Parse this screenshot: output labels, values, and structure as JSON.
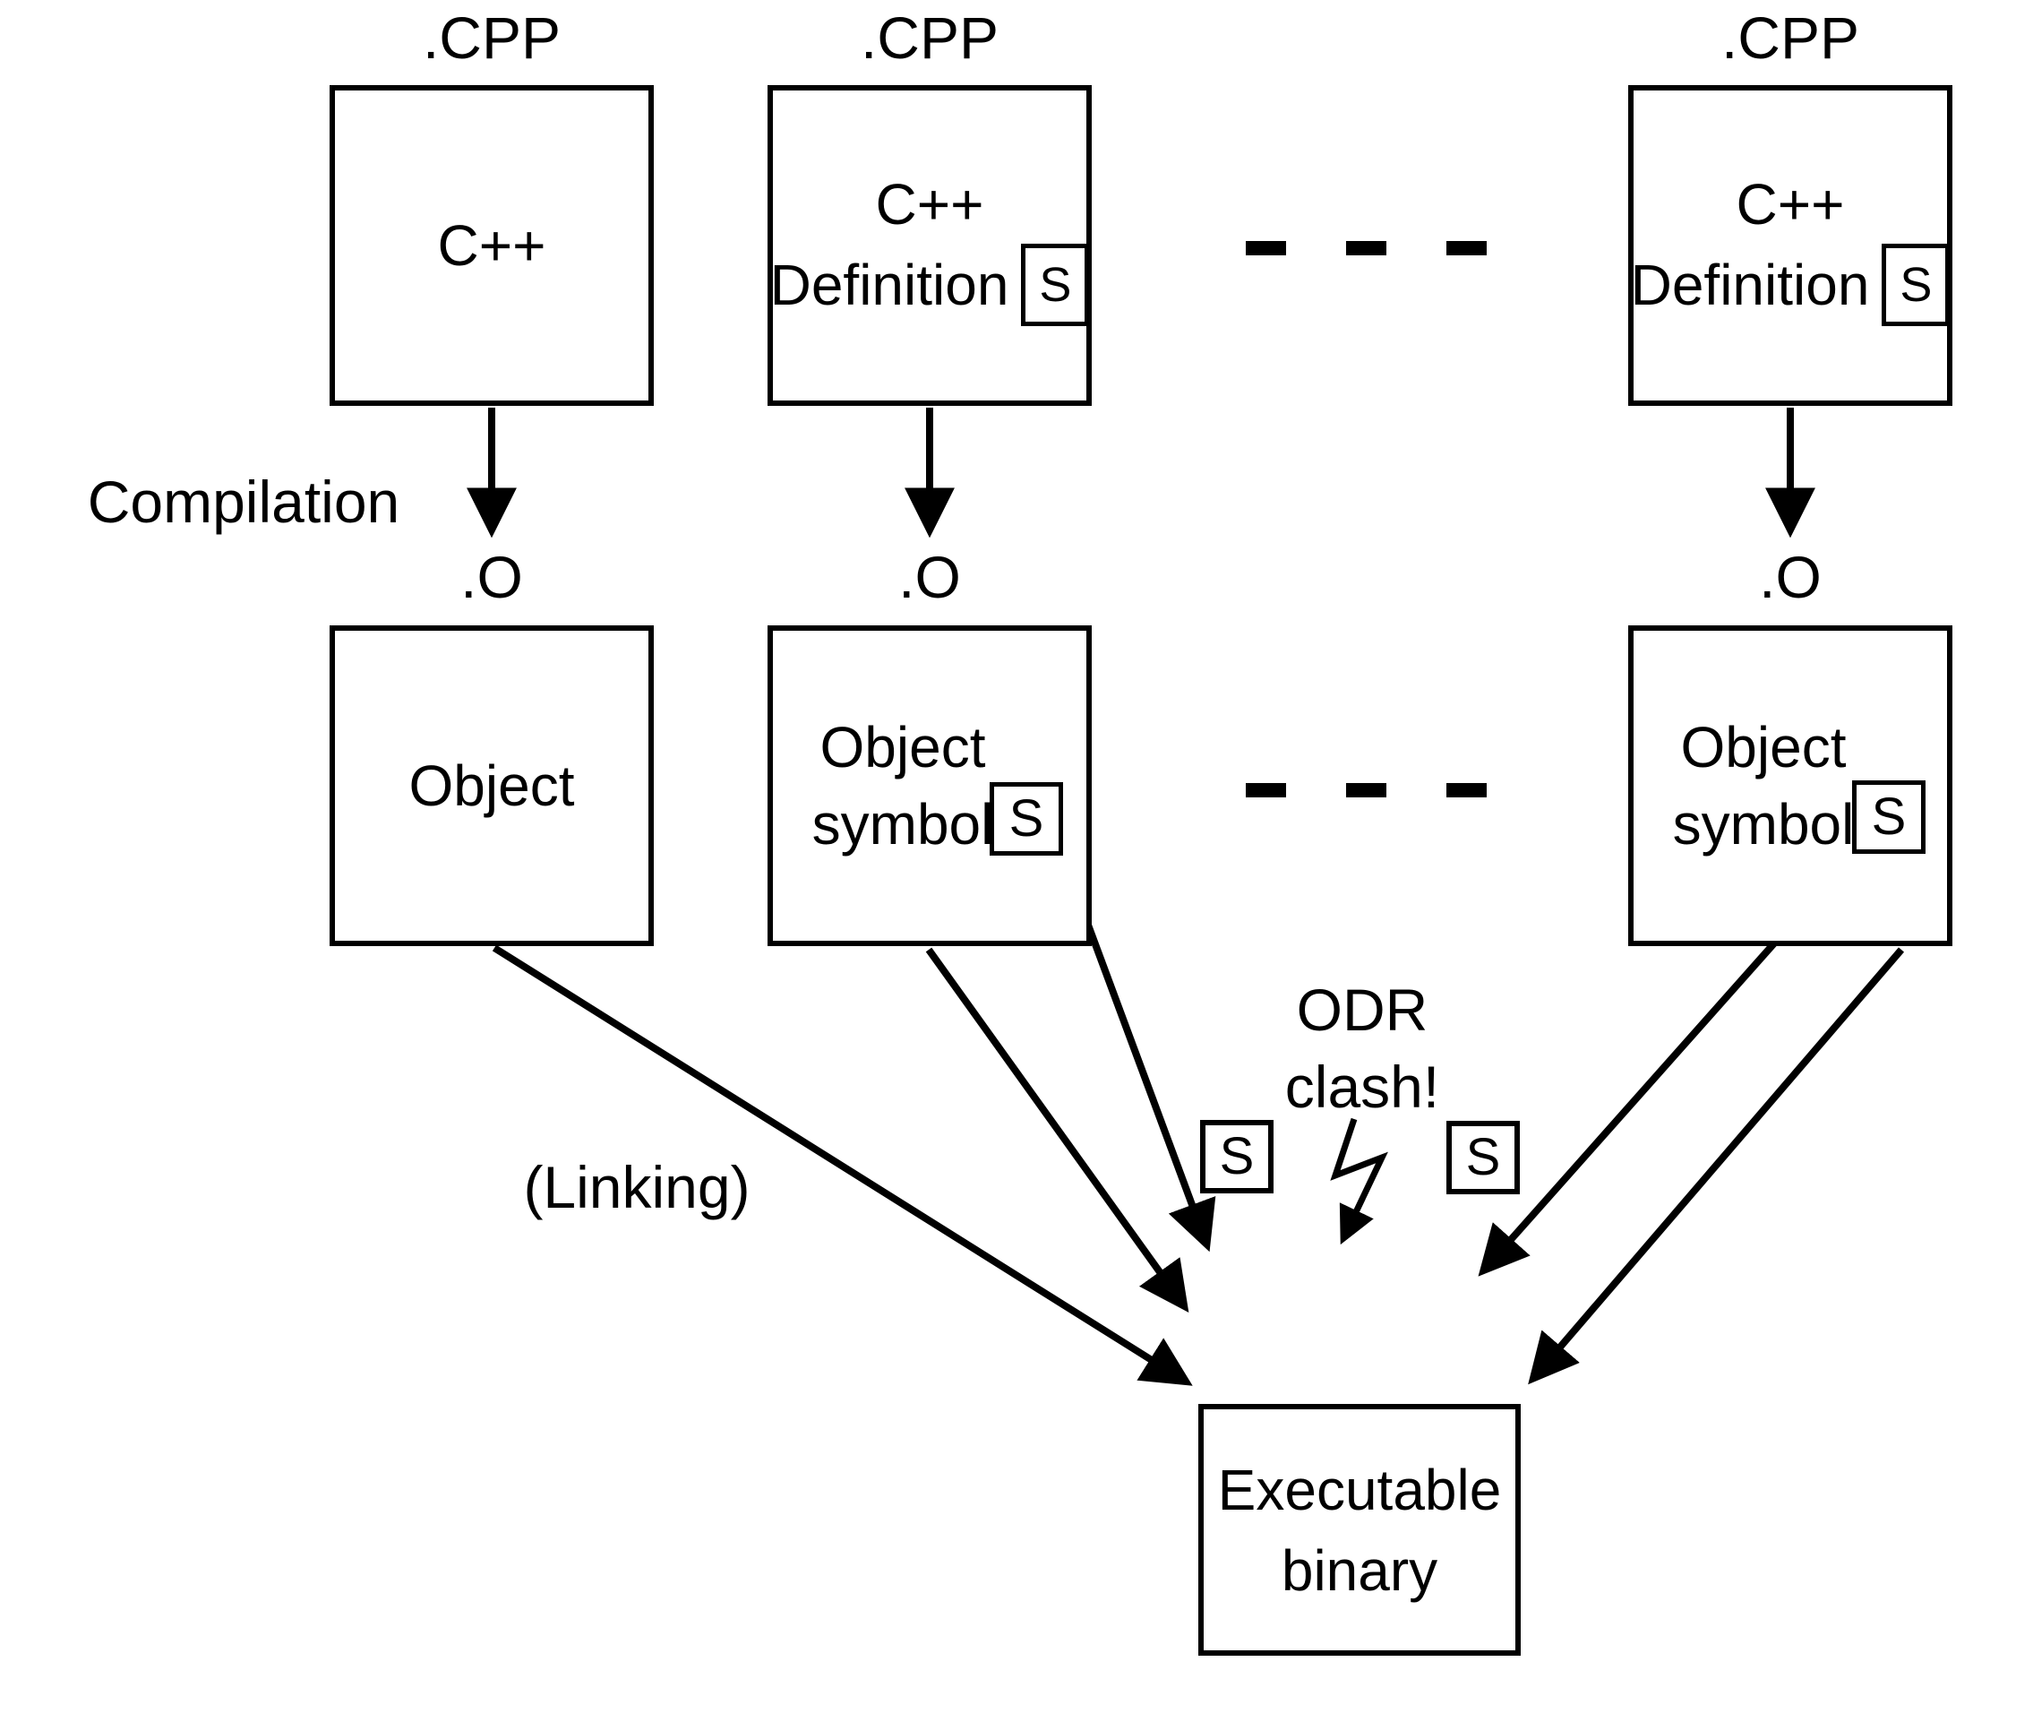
{
  "diagram": {
    "colors": {
      "ink": "#000000",
      "background": "#ffffff"
    },
    "labels": {
      "compilation": "Compilation",
      "linking": "(Linking)",
      "cpp_extension": ".CPP",
      "object_extension": ".O",
      "odr_line1": "ODR",
      "odr_line2": "clash!"
    },
    "symbol_letter": "S",
    "source_boxes": [
      {
        "line1": "C++"
      },
      {
        "line1": "C++",
        "line2": "Definition"
      },
      {
        "line1": "C++",
        "line2": "Definition"
      }
    ],
    "object_boxes": [
      {
        "line1": "Object"
      },
      {
        "line1": "Object",
        "line2": "symbol"
      },
      {
        "line1": "Object",
        "line2": "symbol"
      }
    ],
    "output_box": {
      "line1": "Executable",
      "line2": "binary"
    }
  }
}
